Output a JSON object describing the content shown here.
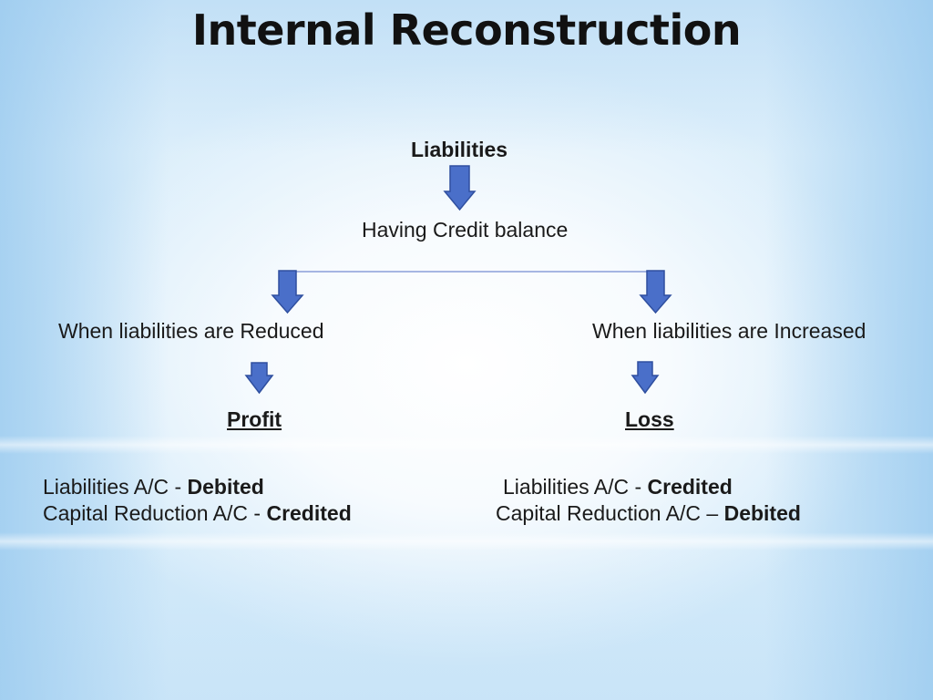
{
  "title": "Internal Reconstruction",
  "colors": {
    "arrow_fill": "#4a6fc9",
    "arrow_stroke": "#2f4f9f",
    "connector": "#8a9ed8"
  },
  "diagram": {
    "top_node": "Liabilities",
    "second_node": "Having Credit balance",
    "left": {
      "condition": "When liabilities are Reduced",
      "result": "Profit",
      "entry1_prefix": "Liabilities A/C - ",
      "entry1_emph": "Debited",
      "entry2_prefix": "Capital Reduction A/C - ",
      "entry2_emph": "Credited"
    },
    "right": {
      "condition": "When liabilities are Increased",
      "result": "Loss",
      "entry1_prefix": "Liabilities A/C - ",
      "entry1_emph": "Credited",
      "entry2_prefix": "Capital Reduction A/C – ",
      "entry2_emph": "Debited"
    }
  }
}
